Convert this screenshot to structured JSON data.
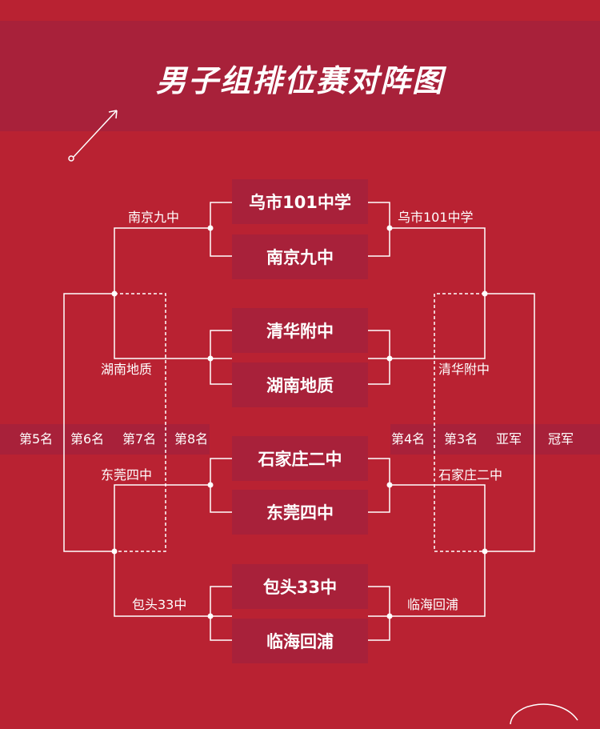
{
  "title": "男子组排位赛对阵图",
  "colors": {
    "background": "#b92232",
    "band": "#a8213a",
    "line": "#ffffff"
  },
  "matches": [
    {
      "team1": "乌市101中学",
      "team2": "南京九中"
    },
    {
      "team1": "清华附中",
      "team2": "湖南地质"
    },
    {
      "team1": "石家庄二中",
      "team2": "东莞四中"
    },
    {
      "team1": "包头33中",
      "team2": "临海回浦"
    }
  ],
  "left_labels": [
    "南京九中",
    "湖南地质",
    "东莞四中",
    "包头33中"
  ],
  "right_labels": [
    "乌市101中学",
    "清华附中",
    "石家庄二中",
    "临海回浦"
  ],
  "ranks_left": [
    "第5名",
    "第6名",
    "第7名",
    "第8名"
  ],
  "ranks_right": [
    "第4名",
    "第3名",
    "亚军",
    "冠军"
  ]
}
